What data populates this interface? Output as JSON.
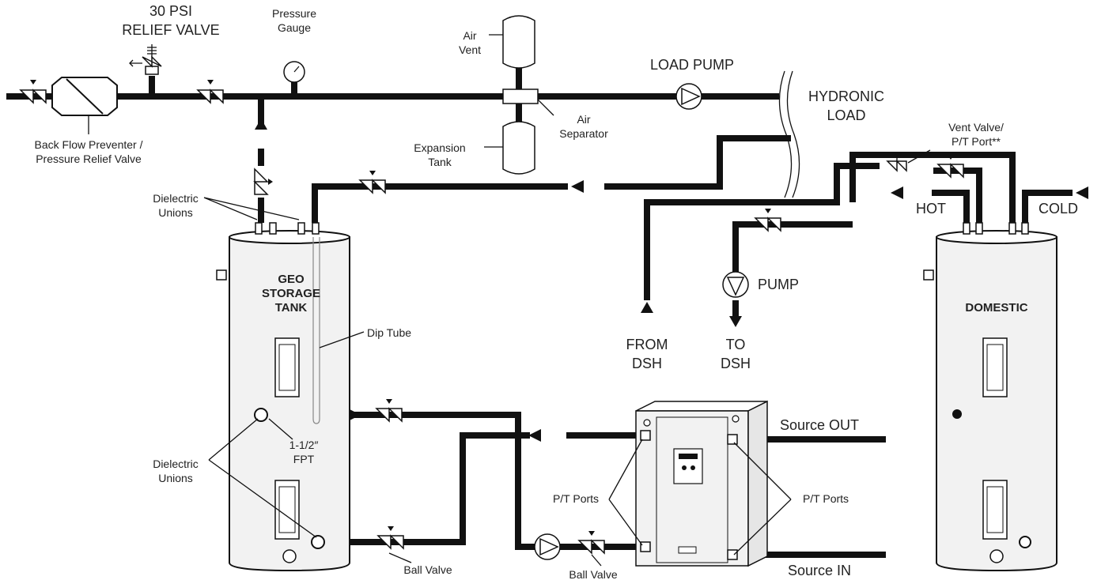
{
  "labels": {
    "relief_valve_line1": "30 PSI",
    "relief_valve_line2": "RELIEF VALVE",
    "pressure_gauge_line1": "Pressure",
    "pressure_gauge_line2": "Gauge",
    "air_vent_line1": "Air",
    "air_vent_line2": "Vent",
    "load_pump": "LOAD PUMP",
    "hydronic_line1": "HYDRONIC",
    "hydronic_line2": "LOAD",
    "vent_valve_line1": "Vent Valve/",
    "vent_valve_line2": "P/T Port**",
    "backflow_line1": "Back Flow Preventer /",
    "backflow_line2": "Pressure Relief Valve",
    "expansion_line1": "Expansion",
    "expansion_line2": "Tank",
    "air_separator_line1": "Air",
    "air_separator_line2": "Separator",
    "dielectric_top_line1": "Dielectric",
    "dielectric_top_line2": "Unions",
    "geo_tank_line1": "GEO",
    "geo_tank_line2": "STORAGE",
    "geo_tank_line3": "TANK",
    "dip_tube": "Dip Tube",
    "hot": "HOT",
    "cold": "COLD",
    "pump": "PUMP",
    "domestic": "DOMESTIC",
    "from_dsh_line1": "FROM",
    "from_dsh_line2": "DSH",
    "to_dsh_line1": "TO",
    "to_dsh_line2": "DSH",
    "fpt_line1": "1-1/2″",
    "fpt_line2": "FPT",
    "dielectric_bottom_line1": "Dielectric",
    "dielectric_bottom_line2": "Unions",
    "source_out": "Source OUT",
    "source_in": "Source IN",
    "pt_ports_left": "P/T Ports",
    "pt_ports_right": "P/T Ports",
    "ball_valve_left": "Ball Valve",
    "ball_valve_right": "Ball Valve"
  },
  "colors": {
    "pipe": "#111111",
    "tank_fill": "#f2f2f2",
    "text": "#222222"
  }
}
